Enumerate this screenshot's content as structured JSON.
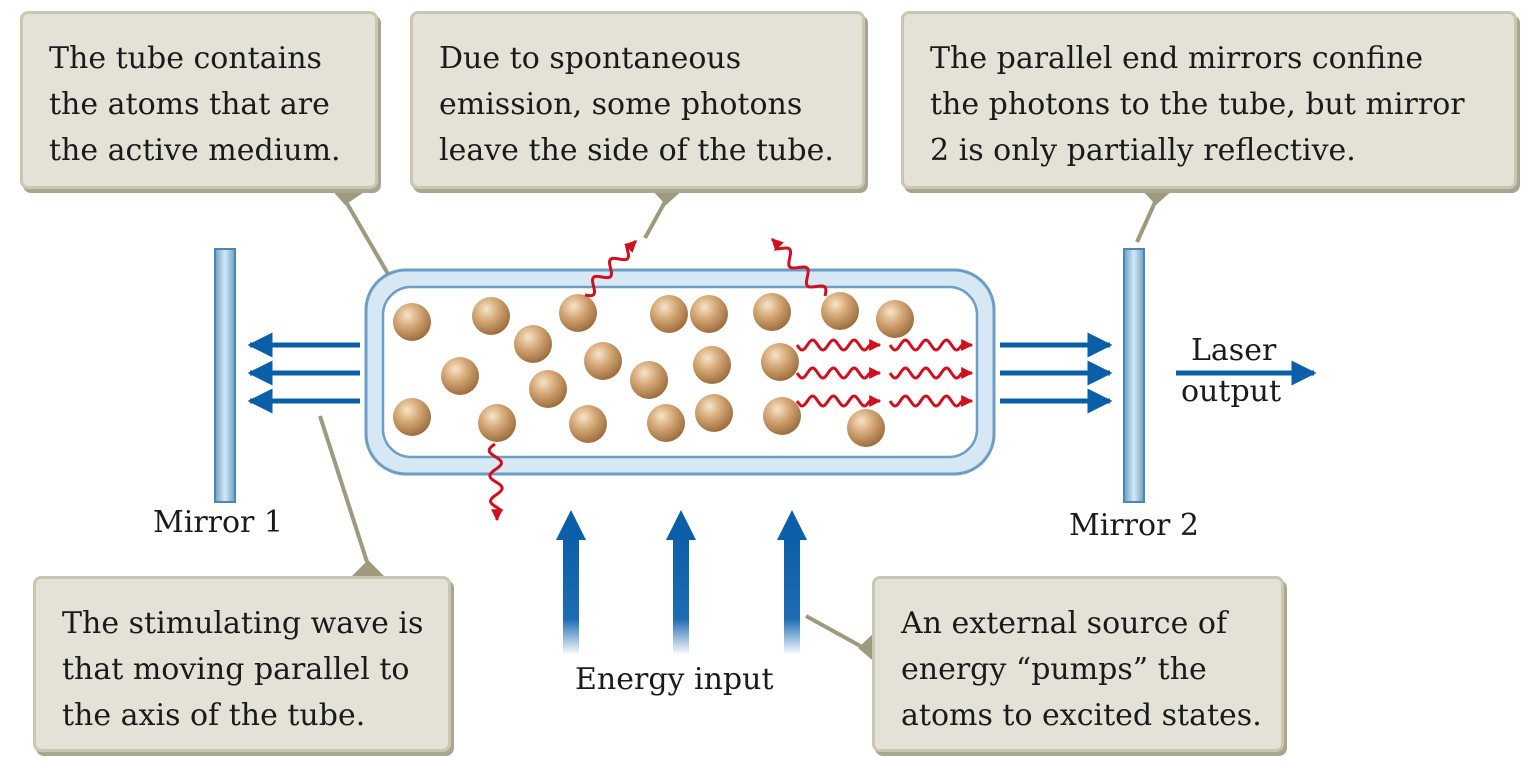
{
  "callouts": {
    "tube": {
      "lines": [
        "The tube contains",
        "the atoms that are",
        "the active medium."
      ]
    },
    "spontaneous": {
      "lines": [
        "Due to spontaneous",
        "emission, some photons",
        "leave the side of the tube."
      ]
    },
    "mirrors": {
      "lines": [
        "The parallel end mirrors confine",
        "the photons to the tube, but mirror",
        "2 is only partially reflective."
      ]
    },
    "stimulating": {
      "lines": [
        "The stimulating wave is",
        "that moving parallel to",
        "the axis of the tube."
      ]
    },
    "pump": {
      "lines": [
        "An external source of",
        "energy “pumps” the",
        "atoms to excited states."
      ]
    }
  },
  "labels": {
    "mirror1": "Mirror 1",
    "mirror2": "Mirror 2",
    "laser_output_line1": "Laser",
    "laser_output_line2": "output",
    "energy_input": "Energy input"
  },
  "colors": {
    "callout_bg": "#e4e2d6",
    "callout_border": "#c9c6b1",
    "leader_line": "#9d9a7e",
    "tube_fill": "#d6e8f4",
    "tube_stroke": "#6e9dc4",
    "mirror": "#8ab8d8",
    "photon_arrow": "#d0101e",
    "light_arrow": "#0b5ea8",
    "atom": "#c79a66"
  }
}
